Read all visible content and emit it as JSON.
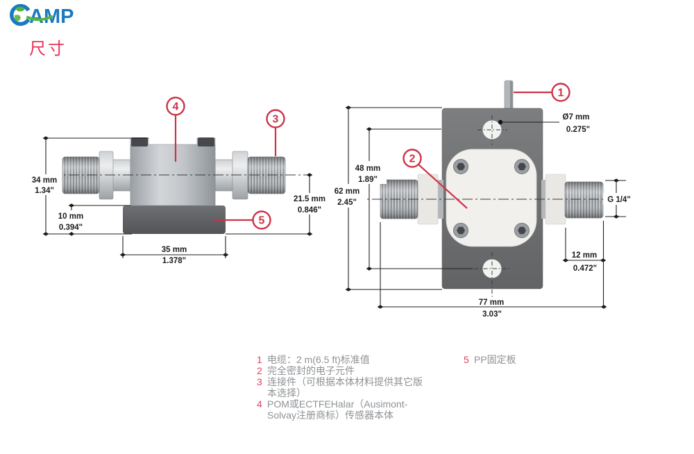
{
  "logo": {
    "brand": "AMP"
  },
  "page": {
    "title": "尺寸"
  },
  "diagram_left": {
    "callouts": {
      "c3": "3",
      "c4": "4",
      "c5": "5"
    },
    "dims": {
      "d34": {
        "mm": "34 mm",
        "in": "1.34\""
      },
      "d10": {
        "mm": "10 mm",
        "in": "0.394\""
      },
      "d215": {
        "mm": "21.5 mm",
        "in": "0.846\""
      },
      "d35": {
        "mm": "35 mm",
        "in": "1.378\""
      }
    }
  },
  "diagram_right": {
    "callouts": {
      "c1": "1",
      "c2": "2"
    },
    "dims": {
      "d62": {
        "mm": "62 mm",
        "in": "2.45\""
      },
      "d48": {
        "mm": "48 mm",
        "in": "1.89\""
      },
      "d7": {
        "mm": "Ø7 mm",
        "in": "0.275\""
      },
      "g14": {
        "label": "G 1/4\""
      },
      "d12": {
        "mm": "12 mm",
        "in": "0.472\""
      },
      "d77": {
        "mm": "77 mm",
        "in": "3.03\""
      }
    }
  },
  "legend": {
    "items": [
      {
        "num": "1",
        "text": "电缆：2 m(6.5 ft)标准值"
      },
      {
        "num": "2",
        "text": "完全密封的电子元件"
      },
      {
        "num": "3",
        "text": "连接件（可根据本体材料提供其它版本选择）"
      },
      {
        "num": "4",
        "text": "POM或ECTFEHalar（Ausimont-Solvay注册商标）传感器本体"
      },
      {
        "num": "5",
        "text": "PP固定板"
      }
    ]
  },
  "colors": {
    "brand_blue": "#1b79c0",
    "brand_green": "#57b33e",
    "accent_red": "#cd3246",
    "title_pink": "#e93059"
  }
}
